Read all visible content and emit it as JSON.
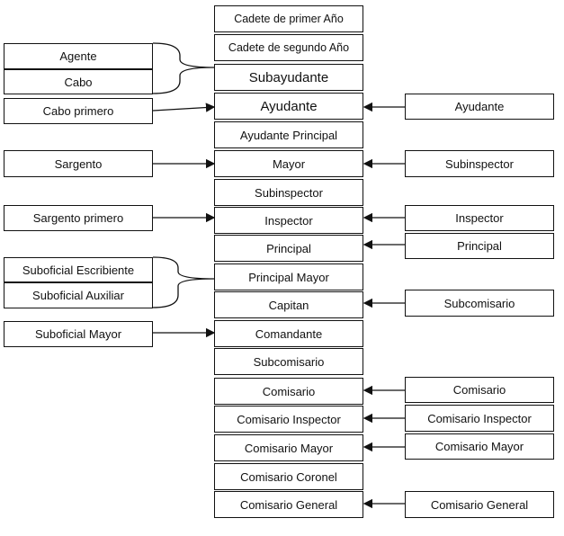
{
  "center": [
    "Cadete de primer Año",
    "Cadete de segundo Año",
    "Subayudante",
    "Ayudante",
    "Ayudante Principal",
    "Mayor",
    "Subinspector",
    "Inspector",
    "Principal",
    "Principal Mayor",
    "Capitan",
    "Comandante",
    "Subcomisario",
    "Comisario",
    "Comisario Inspector",
    "Comisario Mayor",
    "Comisario Coronel",
    "Comisario General"
  ],
  "left": [
    "Agente",
    "Cabo",
    "Cabo primero",
    "Sargento",
    "Sargento primero",
    "Suboficial Escribiente",
    "Suboficial Auxiliar",
    "Suboficial Mayor"
  ],
  "right": [
    "Ayudante",
    "Subinspector",
    "Inspector",
    "Principal",
    "Subcomisario",
    "Comisario",
    "Comisario Inspector",
    "Comisario Mayor",
    "Comisario General"
  ]
}
